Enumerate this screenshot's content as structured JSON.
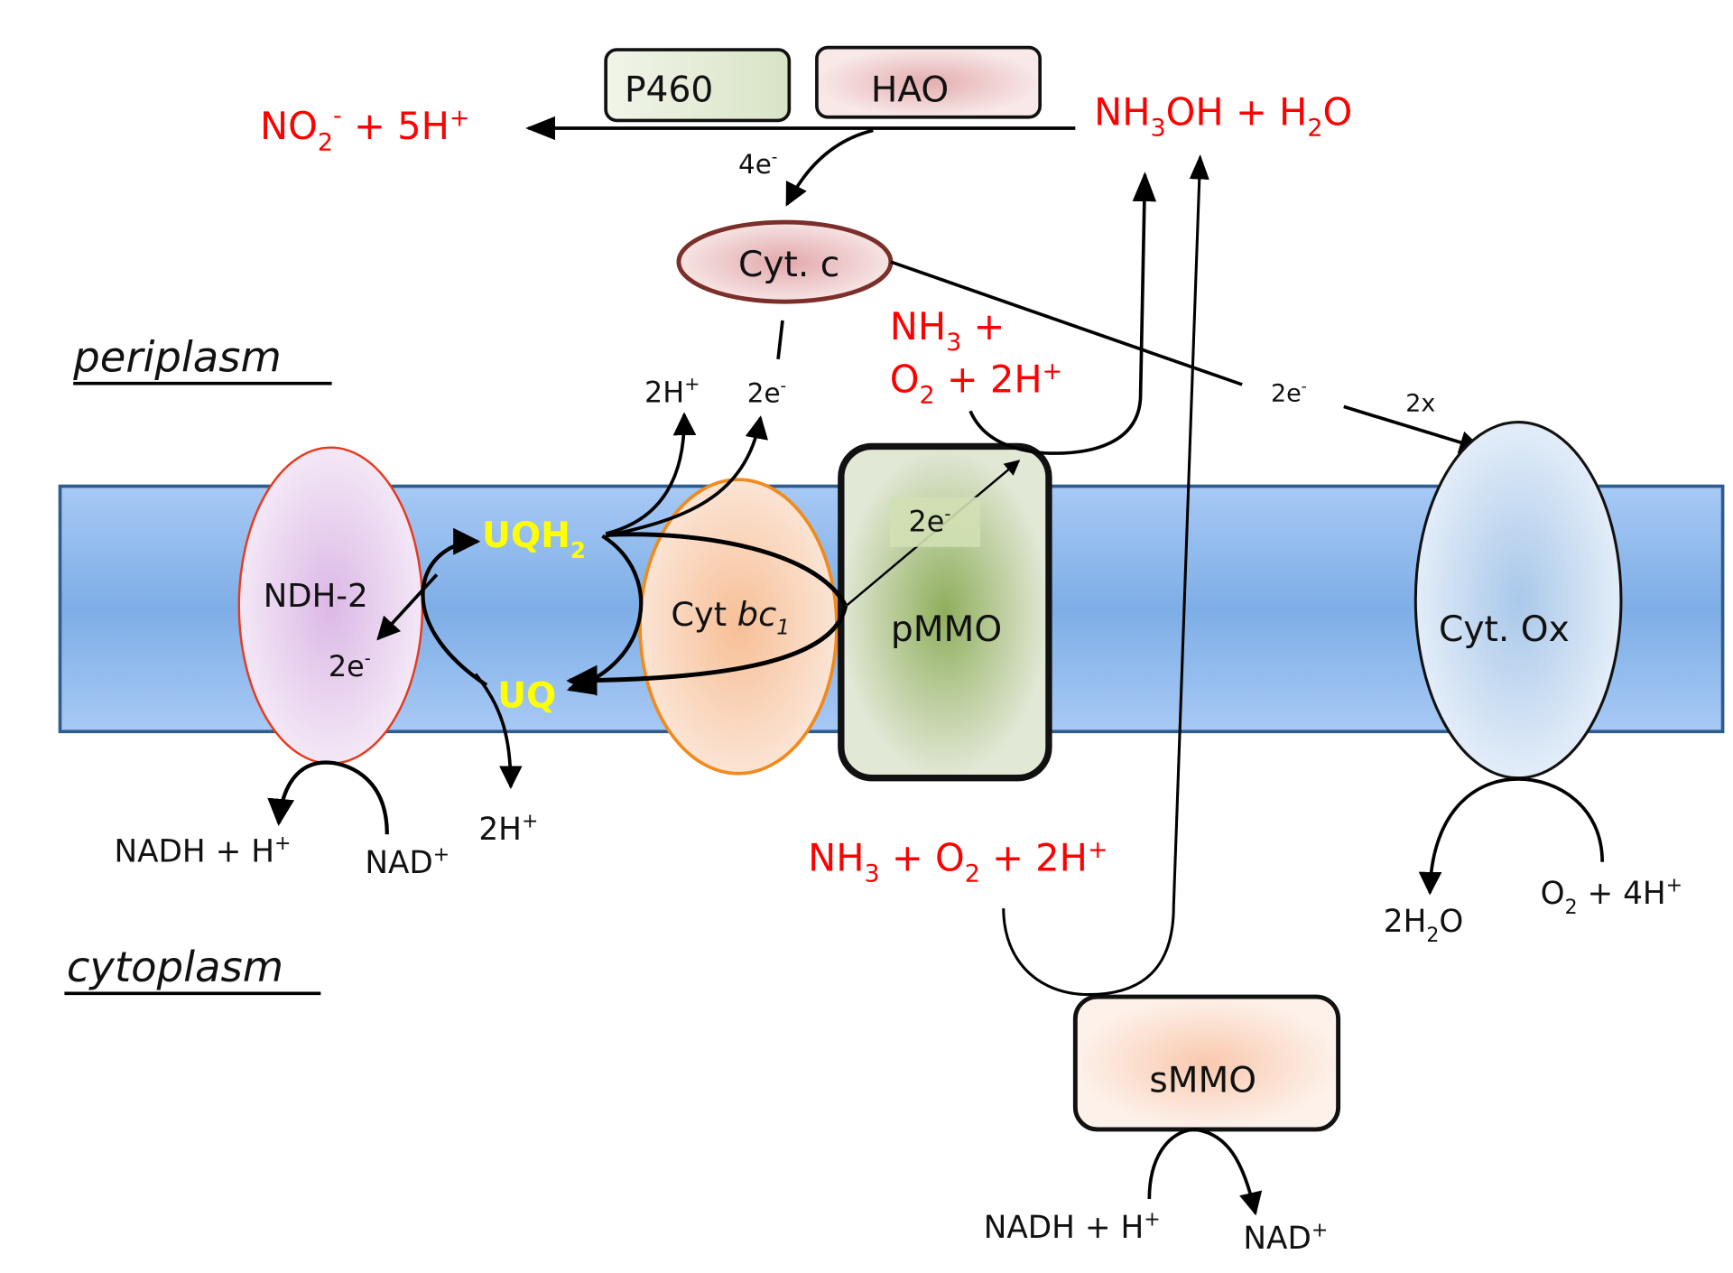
{
  "regions": {
    "periplasm": "periplasm",
    "cytoplasm": "cytoplasm"
  },
  "enzymes": {
    "p460": "P460",
    "hao": "HAO",
    "cyt_c": "Cyt. c",
    "ndh2": "NDH-2",
    "cyt_bc1_main": "Cyt ",
    "cyt_bc1_italic": "bc",
    "cyt_bc1_sub": "1",
    "pmmo": "pMMO",
    "cyt_ox": "Cyt. Ox",
    "smmo": "sMMO"
  },
  "quinones": {
    "uqh2": "UQH",
    "uqh2_sub": "2",
    "uq": "UQ"
  },
  "species": {
    "no2_main": "NO",
    "no2_sub": "2",
    "no2_sup": "-",
    "no2_rest": " + 5H",
    "no2_rest_sup": "+",
    "nh3oh_a": "NH",
    "nh3oh_sub": "3",
    "nh3oh_b": "OH + H",
    "nh3oh_sub2": "2",
    "nh3oh_c": "O",
    "peri_nh3_a": "NH",
    "peri_nh3_sub": "3",
    "peri_nh3_b": " +",
    "peri_o2_a": "O",
    "peri_o2_sub": "2",
    "peri_o2_b": " + 2H",
    "peri_o2_sup": "+",
    "cyto_nh3_a": "NH",
    "cyto_nh3_sub": "3",
    "cyto_nh3_b": " + O",
    "cyto_nh3_sub2": "2",
    "cyto_nh3_c": " + 2H",
    "cyto_nh3_sup": "+",
    "nadh_left": "NADH + H",
    "nadh_left_sup": "+",
    "nad_left": "NAD",
    "nad_left_sup": "+",
    "h2_left_bottom": "2H",
    "h2_left_bottom_sup": "+",
    "h2_top": "2H",
    "h2_top_sup": "+",
    "e2_top": "2e",
    "e2_top_sup": "-",
    "e4": "4e",
    "e4_sup": "-",
    "e2_ndh": "2e",
    "e2_ndh_sup": "-",
    "e2_pmmo": "2e",
    "e2_pmmo_sup": "-",
    "e2_cytox": "2e",
    "e2_cytox_sup": "-",
    "times2": "2x",
    "h2o_a": "2H",
    "h2o_sub": "2",
    "h2o_b": "O",
    "o2_4h_a": "O",
    "o2_4h_sub": "2",
    "o2_4h_b": " + 4H",
    "o2_4h_sup": "+",
    "nadh_bottom": "NADH + H",
    "nadh_bottom_sup": "+",
    "nad_bottom": "NAD",
    "nad_bottom_sup": "+"
  },
  "colors": {
    "membrane": "#8fb8ec",
    "reactant_red": "#ff0000",
    "quinone_yellow": "#ffff00",
    "ndh2_fill": "#e8d3ef",
    "ndh2_stroke": "#e8391d",
    "bc1_fill": "#f9d6bd",
    "bc1_stroke": "#f08a1c",
    "pmmo_fill": "#b9cc9a",
    "cytox_fill": "#cfe0f3",
    "cytc_fill": "#f0cfd0",
    "cytc_stroke": "#7b2f2a",
    "smmo_fill": "#fbdcc9"
  }
}
